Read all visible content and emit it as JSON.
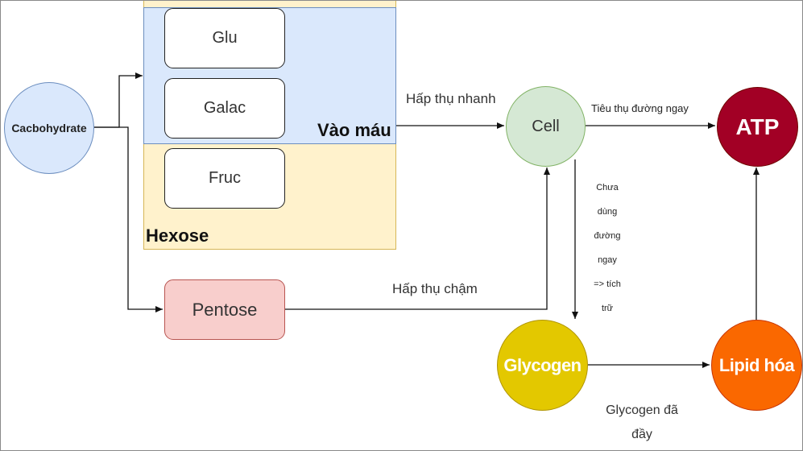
{
  "nodes": {
    "carbohydrate": "Cacbohydrate",
    "glu": "Glu",
    "galac": "Galac",
    "fruc": "Fruc",
    "pentose": "Pentose",
    "cell": "Cell",
    "atp": "ATP",
    "glycogen": "Glycogen",
    "lipid": "Lipid hóa"
  },
  "regions": {
    "blood": "Vào máu",
    "hexose": "Hexose"
  },
  "edge_labels": {
    "fast_absorption": "Hấp thụ nhanh",
    "slow_absorption": "Hấp thụ chậm",
    "consume_now": "Tiêu thụ đường ngay",
    "not_used_lines": [
      "Chưa",
      "dùng",
      "đường",
      "ngay",
      "=> tích",
      "trữ"
    ],
    "glycogen_full_lines": [
      "Glycogen đã",
      "đầy"
    ]
  },
  "colors": {
    "blood_region": "#dae8fc",
    "hexose_region": "#fff2cc",
    "cell": "#d5e8d4",
    "atp": "#a20025",
    "glycogen": "#e3c800",
    "lipid": "#fa6800",
    "pentose": "#f8cecc"
  }
}
